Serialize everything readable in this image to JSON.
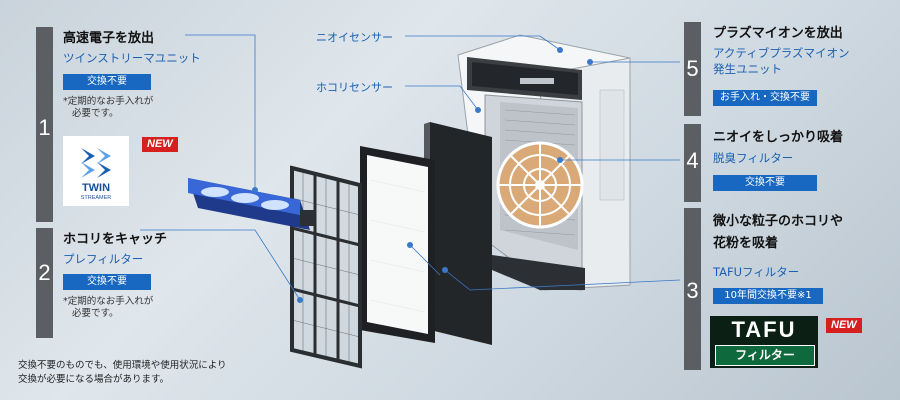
{
  "features": [
    {
      "number": "1",
      "title": "高速電子を放出",
      "subtitle": "ツインストリーマユニット",
      "tag": "交換不要",
      "note_line1": "*定期的なお手入れが",
      "note_line2": "必要です。",
      "badge": "NEW"
    },
    {
      "number": "2",
      "title": "ホコリをキャッチ",
      "subtitle": "プレフィルター",
      "tag": "交換不要",
      "note_line1": "*定期的なお手入れが",
      "note_line2": "必要です。"
    },
    {
      "number": "3",
      "title_line1": "微小な粒子のホコリや",
      "title_line2": "花粉を吸着",
      "subtitle": "TAFUフィルター",
      "tag": "10年間交換不要※1",
      "badge": "NEW"
    },
    {
      "number": "4",
      "title": "ニオイをしっかり吸着",
      "subtitle": "脱臭フィルター",
      "tag": "交換不要"
    },
    {
      "number": "5",
      "title": "プラズマイオンを放出",
      "subtitle_line1": "アクティブプラズマイオン",
      "subtitle_line2": "発生ユニット",
      "tag": "お手入れ・交換不要"
    }
  ],
  "callouts": {
    "odor_sensor": "ニオイセンサー",
    "dust_sensor": "ホコリセンサー"
  },
  "logos": {
    "twin_line1": "TWIN",
    "twin_line2": "STREAMER",
    "tafu_line1": "TAFU",
    "tafu_line2": "フィルター"
  },
  "footnote": {
    "line1": "交換不要のものでも、使用環境や使用状況により",
    "line2": "交換が必要になる場合があります。"
  },
  "colors": {
    "accent_blue": "#1867c0",
    "label_blue": "#1a5fb0",
    "number_bar": "#5b5e62",
    "new_red": "#d62020",
    "tafu_green": "#0e6a3c"
  }
}
